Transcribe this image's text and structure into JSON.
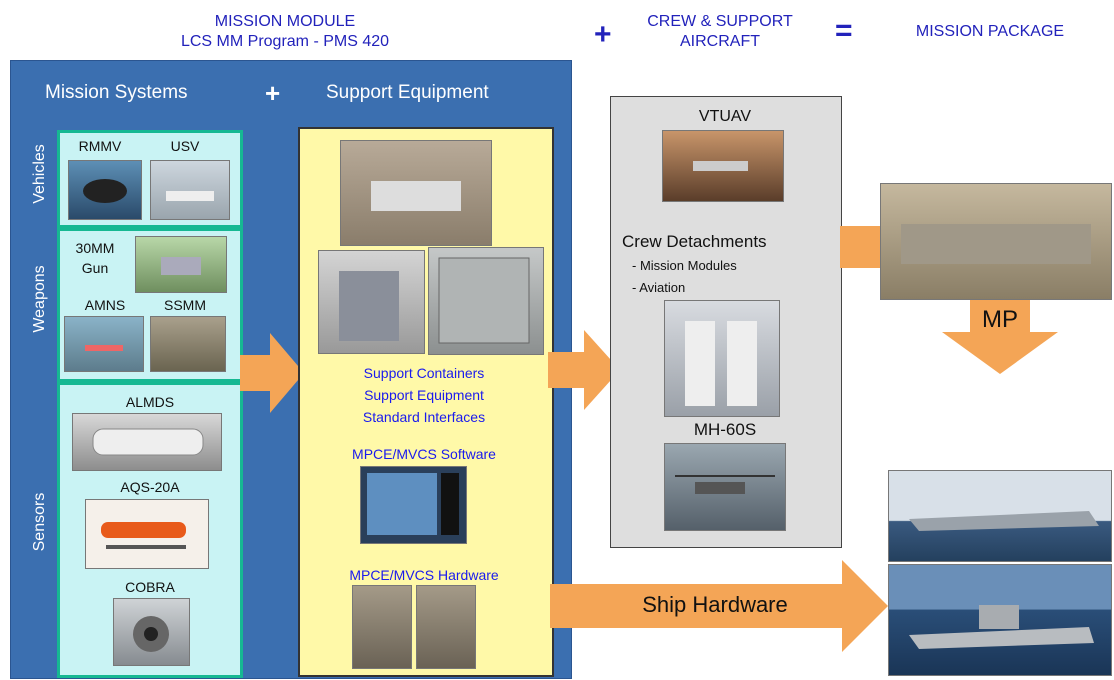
{
  "header": {
    "mission_module_line1": "MISSION MODULE",
    "mission_module_line2": "LCS MM Program - PMS 420",
    "plus": "+",
    "crew_line1": "CREW & SUPPORT",
    "crew_line2": "AIRCRAFT",
    "equals": "=",
    "mission_package": "MISSION PACKAGE"
  },
  "module": {
    "mission_systems": "Mission Systems",
    "plus": "+",
    "support_equipment": "Support Equipment"
  },
  "groups": {
    "vehicles": {
      "label": "Vehicles",
      "items": [
        "RMMV",
        "USV"
      ]
    },
    "weapons": {
      "label": "Weapons",
      "gun_line1": "30MM",
      "gun_line2": "Gun",
      "items": [
        "AMNS",
        "SSMM"
      ]
    },
    "sensors": {
      "label": "Sensors",
      "items": [
        "ALMDS",
        "AQS-20A",
        "COBRA"
      ]
    }
  },
  "support": {
    "containers": "Support Containers",
    "equipment": "Support Equipment",
    "interfaces": "Standard Interfaces",
    "software": "MPCE/MVCS Software",
    "hardware": "MPCE/MVCS Hardware"
  },
  "crew": {
    "vtuav": "VTUAV",
    "detachments": "Crew Detachments",
    "detail1": "- Mission Modules",
    "detail2": "- Aviation",
    "mh60s": "MH-60S"
  },
  "outputs": {
    "mp": "MP",
    "ship_hardware": "Ship Hardware"
  },
  "colors": {
    "header_blue": "#2222bb",
    "panel_blue": "#3b6fb0",
    "cyan": "#c9f3f4",
    "green_border": "#16b892",
    "yellow": "#fff9a8",
    "grey": "#dedede",
    "arrow_orange": "#f4a556"
  }
}
